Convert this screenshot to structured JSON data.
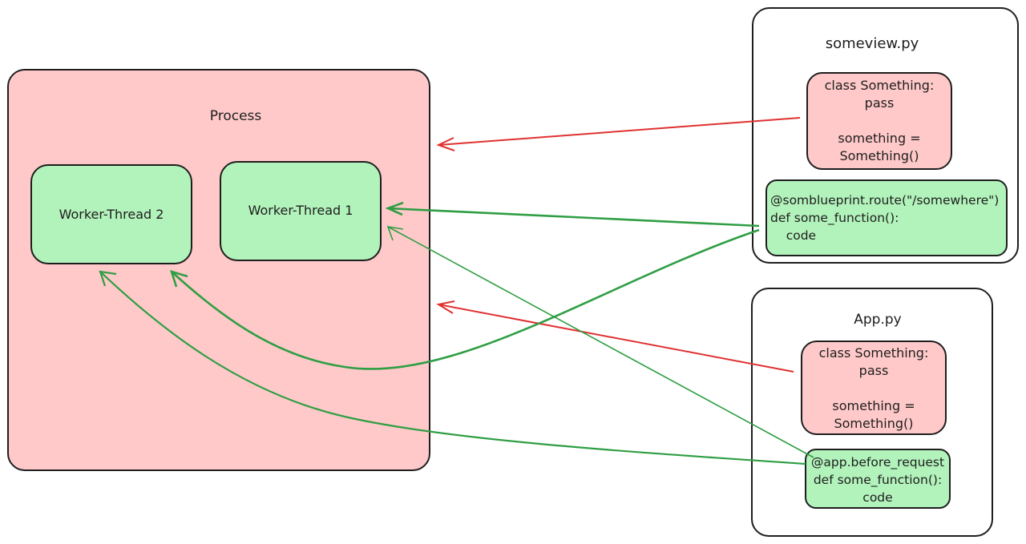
{
  "process": {
    "title": "Process",
    "threads": [
      {
        "label": "Worker-Thread 2"
      },
      {
        "label": "Worker-Thread 1"
      }
    ]
  },
  "files": [
    {
      "name": "someview.py",
      "class_block": "class Something:\npass\n\nsomething =\nSomething()",
      "code_block": "@somblueprint.route(\"/somewhere\")\ndef some_function():\n    code"
    },
    {
      "name": "App.py",
      "class_block": "class Something:\npass\n\nsomething =\nSomething()",
      "code_block": "@app.before_request\ndef some_function():\ncode"
    }
  ],
  "colors": {
    "process_fill": "#ffc9c9",
    "thread_fill": "#b2f2bb",
    "red_arrow": "#e03131",
    "green_arrow": "#2f9e44",
    "stroke": "#1e1e1e"
  }
}
